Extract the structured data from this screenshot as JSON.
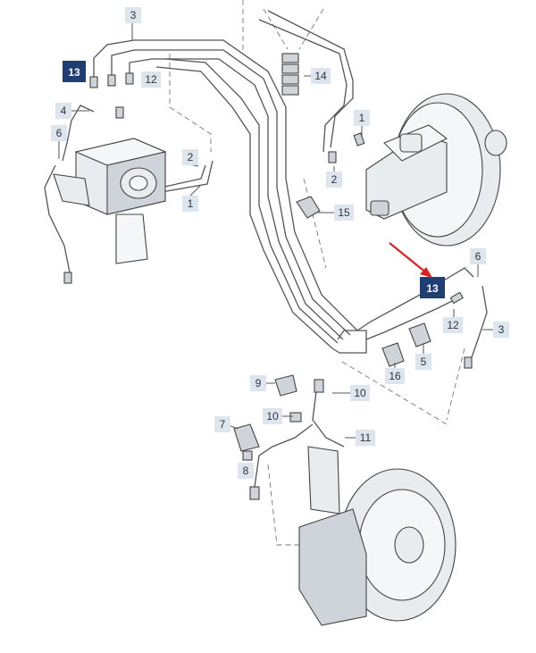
{
  "callouts": [
    {
      "id": "c3a",
      "label": "3"
    },
    {
      "id": "c13a",
      "label": "13"
    },
    {
      "id": "c12a",
      "label": "12"
    },
    {
      "id": "c4",
      "label": "4"
    },
    {
      "id": "c6a",
      "label": "6"
    },
    {
      "id": "c2a",
      "label": "2"
    },
    {
      "id": "c1a",
      "label": "1"
    },
    {
      "id": "c14",
      "label": "14"
    },
    {
      "id": "c1b",
      "label": "1"
    },
    {
      "id": "c2b",
      "label": "2"
    },
    {
      "id": "c15",
      "label": "15"
    },
    {
      "id": "c6b",
      "label": "6"
    },
    {
      "id": "c13b",
      "label": "13"
    },
    {
      "id": "c12b",
      "label": "12"
    },
    {
      "id": "c3b",
      "label": "3"
    },
    {
      "id": "c5",
      "label": "5"
    },
    {
      "id": "c16",
      "label": "16"
    },
    {
      "id": "c9",
      "label": "9"
    },
    {
      "id": "c10a",
      "label": "10"
    },
    {
      "id": "c10b",
      "label": "10"
    },
    {
      "id": "c7",
      "label": "7"
    },
    {
      "id": "c11",
      "label": "11"
    },
    {
      "id": "c8",
      "label": "8"
    }
  ],
  "colors": {
    "callout_bg": "#dde6ef",
    "callout_highlight_bg": "#1f3f73",
    "arrow": "#e02020",
    "line": "#555555"
  }
}
